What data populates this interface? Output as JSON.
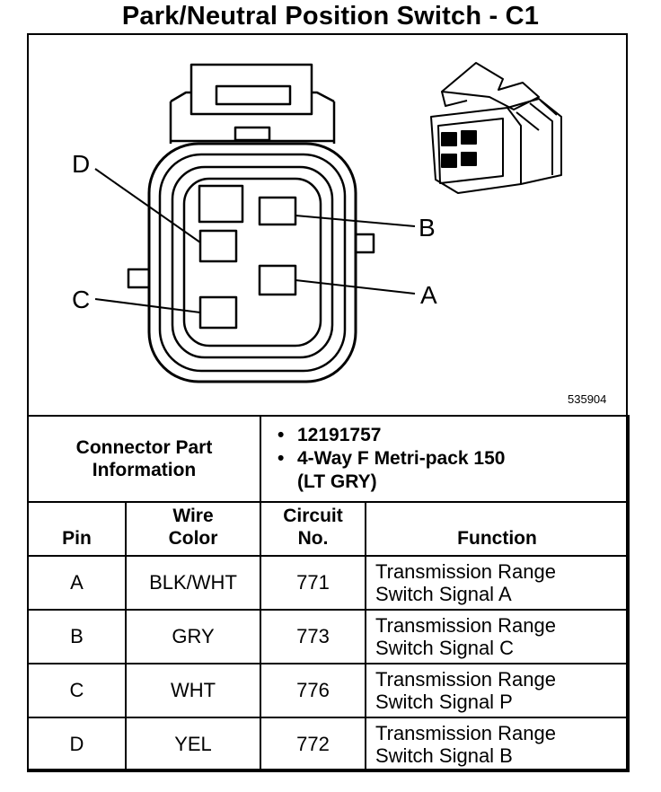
{
  "title": "Park/Neutral Position Switch - C1",
  "diagram": {
    "pin_labels": [
      "D",
      "B",
      "C",
      "A"
    ],
    "part_code": "535904"
  },
  "connector_info": {
    "heading_line1": "Connector Part",
    "heading_line2": "Information",
    "items": [
      "12191757",
      "4-Way F Metri-pack 150",
      "(LT GRY)"
    ]
  },
  "table": {
    "headers": {
      "pin": "Pin",
      "wire_line1": "Wire",
      "wire_line2": "Color",
      "circuit_line1": "Circuit",
      "circuit_line2": "No.",
      "function": "Function"
    },
    "rows": [
      {
        "pin": "A",
        "color": "BLK/WHT",
        "circuit": "771",
        "func1": "Transmission Range",
        "func2": "Switch Signal A"
      },
      {
        "pin": "B",
        "color": "GRY",
        "circuit": "773",
        "func1": "Transmission Range",
        "func2": "Switch Signal C"
      },
      {
        "pin": "C",
        "color": "WHT",
        "circuit": "776",
        "func1": "Transmission Range",
        "func2": "Switch Signal P"
      },
      {
        "pin": "D",
        "color": "YEL",
        "circuit": "772",
        "func1": "Transmission Range",
        "func2": "Switch Signal B"
      }
    ]
  }
}
